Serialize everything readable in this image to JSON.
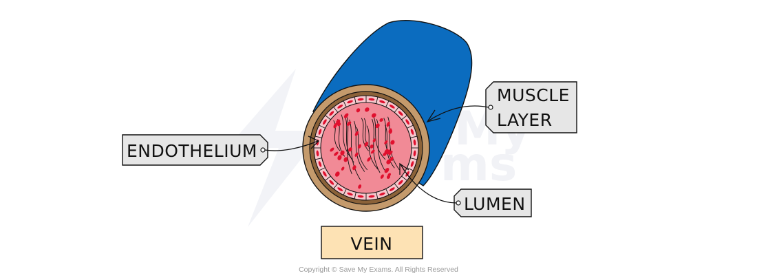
{
  "diagram": {
    "title": "VEIN",
    "subject": "Cross-section of a vein",
    "labels": {
      "endothelium": "ENDOTHELIUM",
      "muscle_layer_line1": "MUSCLE",
      "muscle_layer_line2": "LAYER",
      "lumen": "LUMEN"
    },
    "watermark": {
      "line1": "My",
      "line2": "ms"
    },
    "colors": {
      "outer_tube": "#0b6cbf",
      "outer_wall": "#c49a6c",
      "muscle_layer": "#8b6239",
      "endothelium_cells": "#f6c7cc",
      "lumen_fill": "#f18a96",
      "blood_cells": "#e0102e",
      "label_box": "#e6e6e6",
      "title_box": "#fde2b4"
    }
  },
  "footer": {
    "copyright": "Copyright © Save My Exams. All Rights Reserved"
  }
}
